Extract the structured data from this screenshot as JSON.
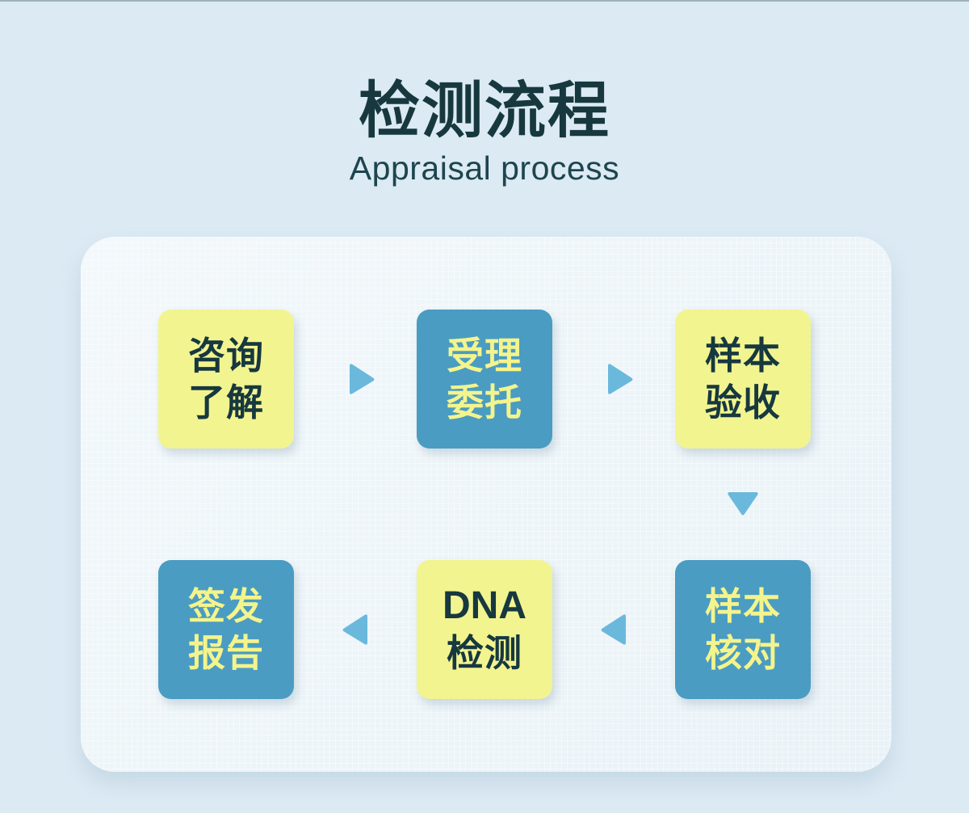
{
  "page": {
    "background_color": "#dceaf4",
    "panel_color": "#eef5f9"
  },
  "heading": {
    "cn_title": "检测流程",
    "en_title": "Appraisal process",
    "title_color": "#17383f"
  },
  "palette": {
    "yellow_box": "#f2f490",
    "blue_box": "#4a9cc2",
    "arrow": "#6bb8dd",
    "dark_text": "#17383f",
    "yellow_text": "#f4f48c"
  },
  "flow": {
    "rows": [
      {
        "steps": [
          {
            "id": "step-1",
            "style": "yellow",
            "lines": [
              "咨询",
              "了解"
            ],
            "order": "1"
          },
          {
            "id": "step-2",
            "style": "blue",
            "lines": [
              "受理",
              "委托"
            ],
            "order": "2"
          },
          {
            "id": "step-3",
            "style": "yellow",
            "lines": [
              "样本",
              "验收"
            ],
            "order": "3"
          }
        ]
      },
      {
        "steps": [
          {
            "id": "step-6",
            "style": "blue",
            "lines": [
              "签发",
              "报告"
            ],
            "order": "6"
          },
          {
            "id": "step-5",
            "style": "yellow",
            "lines": [
              "DNA",
              "检测"
            ],
            "order": "5"
          },
          {
            "id": "step-4",
            "style": "blue",
            "lines": [
              "样本",
              "核对"
            ],
            "order": "4"
          }
        ]
      }
    ],
    "connectors": [
      {
        "id": "connector-1",
        "icon": "arrow-right-icon",
        "direction": "right",
        "from": "step-1",
        "to": "step-2"
      },
      {
        "id": "connector-2",
        "icon": "arrow-right-icon",
        "direction": "right",
        "from": "step-2",
        "to": "step-3"
      },
      {
        "id": "connector-3",
        "icon": "arrow-down-icon",
        "direction": "down",
        "from": "step-3",
        "to": "step-4"
      },
      {
        "id": "connector-4",
        "icon": "arrow-left-icon",
        "direction": "left",
        "from": "step-4",
        "to": "step-5"
      },
      {
        "id": "connector-5",
        "icon": "arrow-left-icon",
        "direction": "left",
        "from": "step-5",
        "to": "step-6"
      }
    ]
  }
}
